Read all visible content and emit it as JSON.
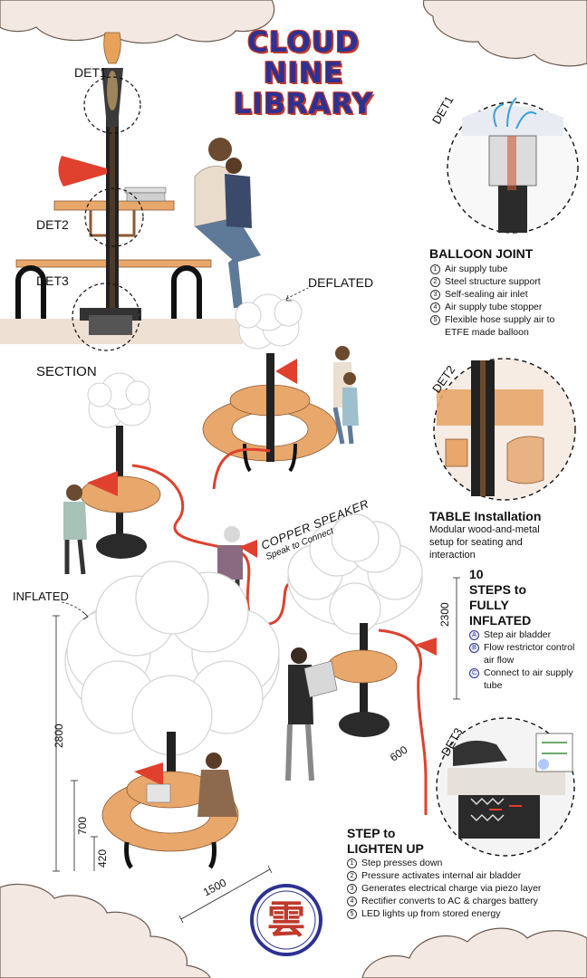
{
  "title_lines": [
    "CLOUD",
    "NINE",
    "LIBRARY"
  ],
  "labels": {
    "det1": "DET1",
    "det2": "DET2",
    "det3": "DET3",
    "section": "SECTION",
    "deflated": "DEFLATED",
    "inflated": "INFLATED",
    "copper_speaker": "COPPER SPEAKER",
    "speak_to_connect": "Speak to Connect"
  },
  "balloon_joint": {
    "heading": "BALLOON JOINT",
    "items": [
      {
        "n": "1",
        "text": "Air supply tube"
      },
      {
        "n": "2",
        "text": "Steel structure support"
      },
      {
        "n": "3",
        "text": "Self-sealing air inlet"
      },
      {
        "n": "4",
        "text": "Air supply tube stopper"
      },
      {
        "n": "5",
        "text": "Flexible hose supply air to ETFE made balloon"
      }
    ]
  },
  "table_installation": {
    "heading": "TABLE Installation",
    "text": "Modular wood-and-metal setup for seating and interaction"
  },
  "steps_inflate": {
    "heading_lines": [
      "10",
      "STEPS to",
      "FULLY",
      "INFLATED"
    ],
    "items": [
      {
        "n": "A",
        "text": "Step air bladder"
      },
      {
        "n": "B",
        "text": "Flow restrictor control air flow"
      },
      {
        "n": "C",
        "text": "Connect to air supply tube"
      }
    ]
  },
  "step_lighten": {
    "heading_lines": [
      "STEP to",
      "LIGHTEN UP"
    ],
    "items": [
      {
        "n": "1",
        "text": "Step presses down"
      },
      {
        "n": "2",
        "text": "Pressure activates internal air bladder"
      },
      {
        "n": "3",
        "text": "Generates electrical charge via piezo layer"
      },
      {
        "n": "4",
        "text": "Rectifier converts to AC & charges battery"
      },
      {
        "n": "5",
        "text": "LED lights up from stored energy"
      }
    ]
  },
  "dimensions": {
    "d2800": "2800",
    "d700": "700",
    "d420": "420",
    "d1500": "1500",
    "d2300": "2300",
    "d600": "600"
  },
  "logo_char": "雲",
  "colors": {
    "title_blue": "#2e3192",
    "title_red": "#c0392b",
    "wood": "#e8a76b",
    "cloud_bg": "#f4e9e2",
    "speaker_red": "#e0402e",
    "steel": "#222222"
  }
}
